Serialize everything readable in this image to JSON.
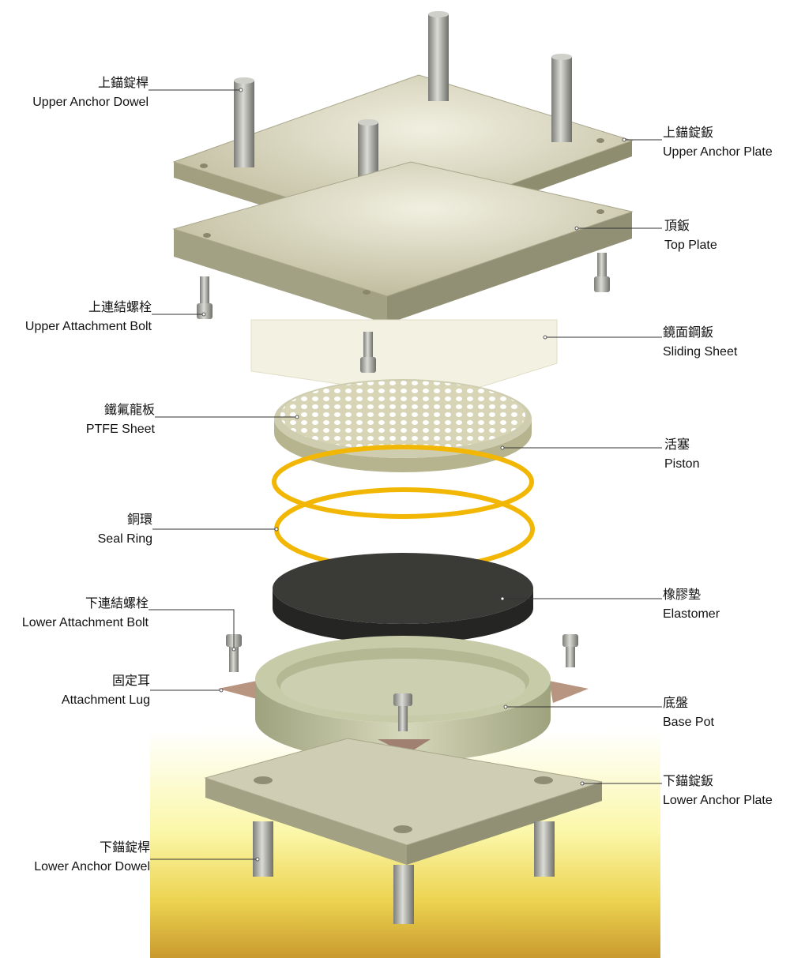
{
  "labels": {
    "upper_anchor_dowel": {
      "cn": "上錨錠桿",
      "en": "Upper Anchor Dowel"
    },
    "upper_attachment_bolt": {
      "cn": "上連結螺栓",
      "en": "Upper Attachment Bolt"
    },
    "ptfe_sheet": {
      "cn": "鐵氟龍板",
      "en": "PTFE Sheet"
    },
    "seal_ring": {
      "cn": "銅環",
      "en": "Seal Ring"
    },
    "lower_attachment_bolt": {
      "cn": "下連結螺栓",
      "en": "Lower Attachment Bolt"
    },
    "attachment_lug": {
      "cn": "固定耳",
      "en": "Attachment Lug"
    },
    "lower_anchor_dowel": {
      "cn": "下錨錠桿",
      "en": "Lower Anchor Dowel"
    },
    "upper_anchor_plate": {
      "cn": "上錨錠鈑",
      "en": "Upper Anchor Plate"
    },
    "top_plate": {
      "cn": "頂鈑",
      "en": "Top Plate"
    },
    "sliding_sheet": {
      "cn": "鏡面鋼鈑",
      "en": "Sliding Sheet"
    },
    "piston": {
      "cn": "活塞",
      "en": "Piston"
    },
    "elastomer": {
      "cn": "橡膠墊",
      "en": "Elastomer"
    },
    "base_pot": {
      "cn": "底盤",
      "en": "Base Pot"
    },
    "lower_anchor_plate": {
      "cn": "下錨錠鈑",
      "en": "Lower Anchor Plate"
    }
  },
  "colors": {
    "plate": "#c9c6a8",
    "ring": "#f2b705",
    "elastomer": "#2e2e2c",
    "steel": "#a9a9a9"
  }
}
